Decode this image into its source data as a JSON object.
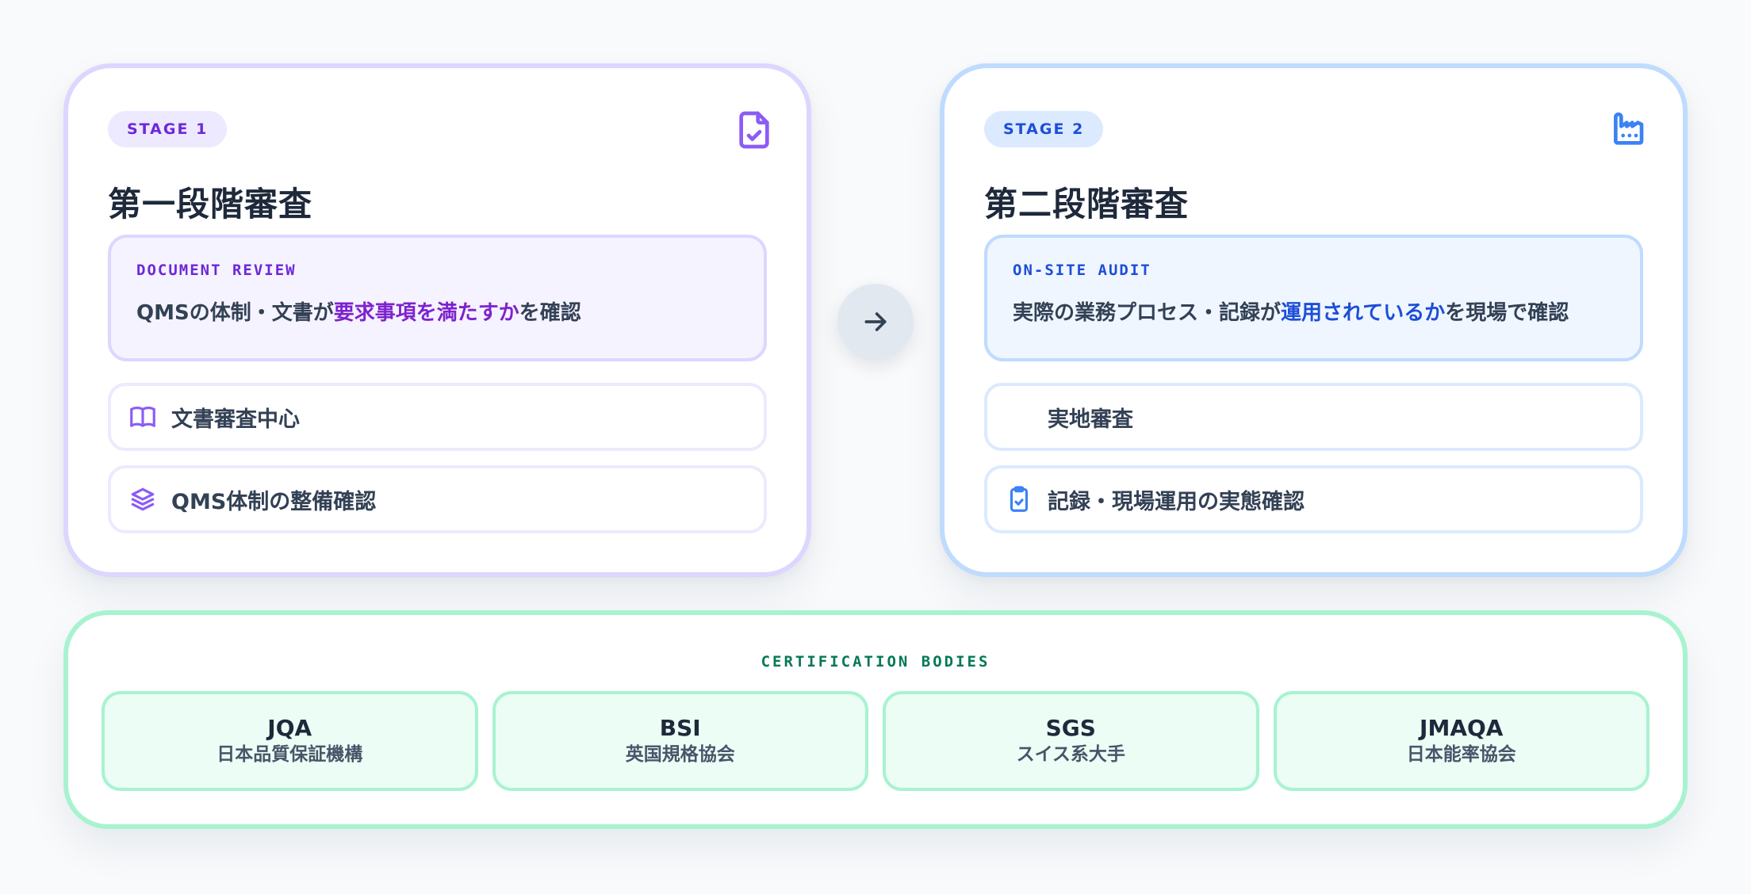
{
  "colors": {
    "background": "#f8fafc",
    "stage1_accent": "#6d28d9",
    "stage1_border": "#ddd6fe",
    "stage2_accent": "#1d4ed8",
    "stage2_border": "#bfdbfe",
    "bodies_accent": "#047857",
    "bodies_border": "#a7f3d0"
  },
  "stage1": {
    "badge": "STAGE 1",
    "icon": "file-check-icon",
    "title": "第一段階審査",
    "highlight": {
      "label": "DOCUMENT REVIEW",
      "text_before": "QMSの体制・文書が",
      "text_emphasis": "要求事項を満たすか",
      "text_after": "を確認"
    },
    "items": [
      {
        "icon": "book-open-icon",
        "label": "文書審査中心"
      },
      {
        "icon": "layers-icon",
        "label": "QMS体制の整備確認"
      }
    ]
  },
  "flow_arrow": {
    "icon": "arrow-right-icon"
  },
  "stage2": {
    "badge": "STAGE 2",
    "icon": "factory-icon",
    "title": "第二段階審査",
    "highlight": {
      "label": "ON-SITE AUDIT",
      "text_before": "実際の業務プロセス・記録が",
      "text_emphasis": "運用されているか",
      "text_after": "を現場で確認"
    },
    "items": [
      {
        "icon": "",
        "label": "実地審査"
      },
      {
        "icon": "clipboard-check-icon",
        "label": "記録・現場運用の実態確認"
      }
    ]
  },
  "certification_bodies": {
    "label": "CERTIFICATION BODIES",
    "items": [
      {
        "name": "JQA",
        "description": "日本品質保証機構"
      },
      {
        "name": "BSI",
        "description": "英国規格協会"
      },
      {
        "name": "SGS",
        "description": "スイス系大手"
      },
      {
        "name": "JMAQA",
        "description": "日本能率協会"
      }
    ]
  }
}
